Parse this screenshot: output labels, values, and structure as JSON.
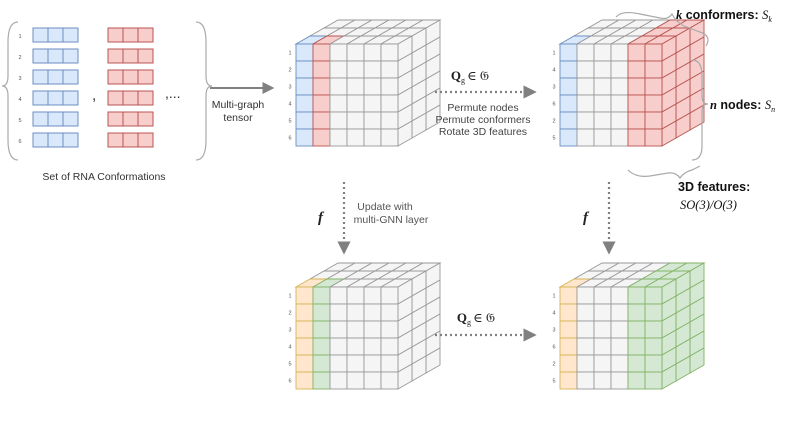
{
  "colors": {
    "blue_fill": "#dae8fc",
    "blue_stroke": "#6c8ebf",
    "red_fill": "#f8cecc",
    "red_stroke": "#b85450",
    "orange_fill": "#ffe6cc",
    "orange_stroke": "#d6b656",
    "green_fill": "#d5e8d4",
    "green_stroke": "#82b366",
    "grey_fill": "#f5f5f5",
    "grey_stroke": "#999999",
    "arrow": "#808080"
  },
  "input": {
    "row_numbers": [
      "1",
      "2",
      "3",
      "4",
      "5",
      "6"
    ],
    "comma": ",",
    "ellipsis": ",...",
    "caption": "Set of RNA Conformations"
  },
  "arrows": {
    "multigraph_label_1": "Multi-graph",
    "multigraph_label_2": "tensor",
    "top_op": "Q",
    "top_op_sub": "g",
    "top_op_rest": "∈ 𝔊",
    "top_lines": [
      "Permute nodes",
      "Permute conformers",
      "Rotate 3D features"
    ],
    "left_f": "f",
    "right_f": "f",
    "update_line_1": "Update with",
    "update_line_2": "multi-GNN layer",
    "bottom_op": "Q",
    "bottom_op_sub": "g",
    "bottom_op_rest": "∈ 𝔊"
  },
  "cubes": {
    "original_rows": [
      "1",
      "2",
      "3",
      "4",
      "5",
      "6"
    ],
    "permuted_rows": [
      "1",
      "4",
      "3",
      "6",
      "2",
      "5"
    ]
  },
  "annotations": {
    "k_var": "k",
    "k_text": " conformers: ",
    "k_sym": "S",
    "k_sub": "k",
    "n_var": "n",
    "n_text": " nodes: ",
    "n_sym": "S",
    "n_sub": "n",
    "feat_title": "3D features:",
    "feat_groups": "SO(3)/O(3)"
  }
}
